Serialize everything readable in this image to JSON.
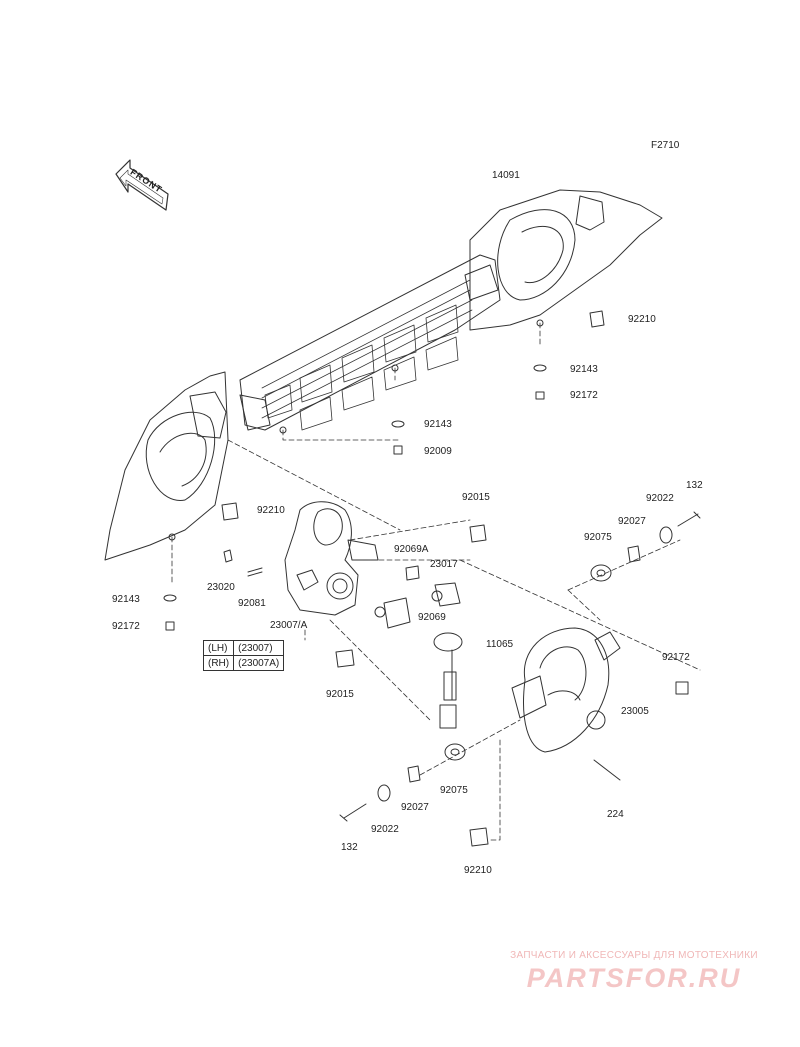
{
  "figure_code": "F2710",
  "front_arrow_text": "FRONT",
  "parts": {
    "p14091": "14091",
    "p92210_a": "92210",
    "p92143_a": "92143",
    "p92172_a": "92172",
    "p92143_b": "92143",
    "p92009": "92009",
    "p92210_b": "92210",
    "p92015_a": "92015",
    "p132_a": "132",
    "p92022_a": "92022",
    "p92027_a": "92027",
    "p92075_a": "92075",
    "p92069A": "92069A",
    "p23017": "23017",
    "p23020": "23020",
    "p92081": "92081",
    "p92069": "92069",
    "p92143_c": "92143",
    "p92172_c": "92172",
    "p23007A": "23007/A",
    "p11065": "11065",
    "p92172_b": "92172",
    "p92015_b": "92015",
    "p23005": "23005",
    "p92075_b": "92075",
    "p92027_b": "92027",
    "p92022_b": "92022",
    "p224": "224",
    "p132_b": "132",
    "p92210_c": "92210"
  },
  "variant_table": [
    {
      "side": "(LH)",
      "part": "(23007)"
    },
    {
      "side": "(RH)",
      "part": "(23007A)"
    }
  ],
  "watermark": {
    "caption": "ЗАПЧАСТИ И АКСЕССУАРЫ ДЛЯ МОТОТЕХНИКИ",
    "logo": "PARTSFOR.RU",
    "color": "#f0b7b7"
  }
}
